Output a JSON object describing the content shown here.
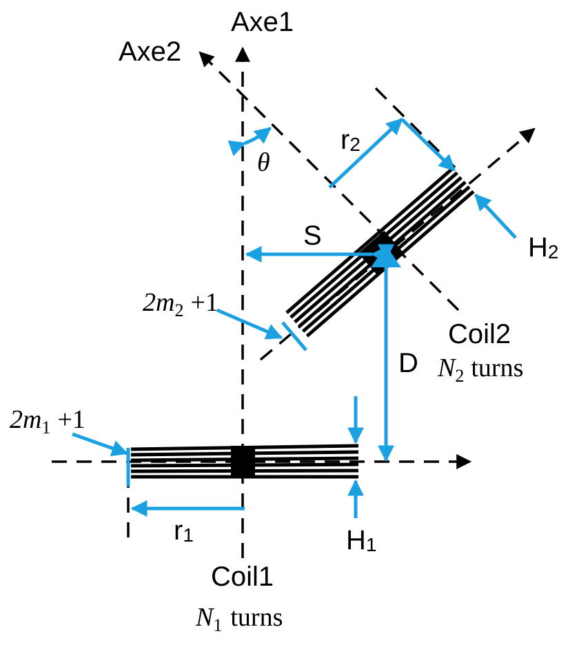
{
  "colors": {
    "accent": "#1ba1e2",
    "ink": "#000000",
    "background": "#ffffff"
  },
  "labels": {
    "axe1": "Axe1",
    "axe2": "Axe2",
    "theta": "θ",
    "r2_base": "r",
    "r2_sub": "2",
    "h2_base": "H",
    "h2_sub": "2",
    "s": "S",
    "d": "D",
    "r1_base": "r",
    "r1_sub": "1",
    "h1_base": "H",
    "h1_sub": "1"
  },
  "coil2": {
    "name": "Coil2",
    "turns_symbol": "N",
    "turns_sub": "2",
    "turns_word": "turns",
    "layers_coef": "2m",
    "layers_sub": "2",
    "layers_tail": "+1"
  },
  "coil1": {
    "name": "Coil1",
    "turns_symbol": "N",
    "turns_sub": "1",
    "turns_word": "turns",
    "layers_coef": "2m",
    "layers_sub": "1",
    "layers_tail": "+1"
  }
}
